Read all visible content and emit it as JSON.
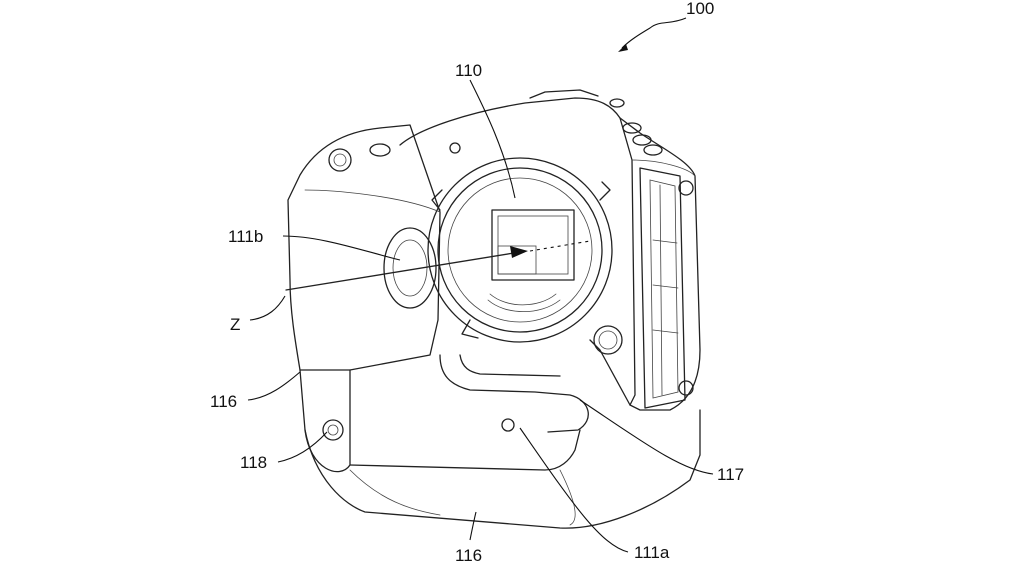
{
  "figure": {
    "ref_numerals": {
      "device": "100",
      "mount": "110",
      "contact_front": "111b",
      "contact_bottom": "111a",
      "axis": "Z",
      "grip_side": "116",
      "grip_bottom": "116",
      "bracket": "117",
      "screw": "118"
    }
  }
}
